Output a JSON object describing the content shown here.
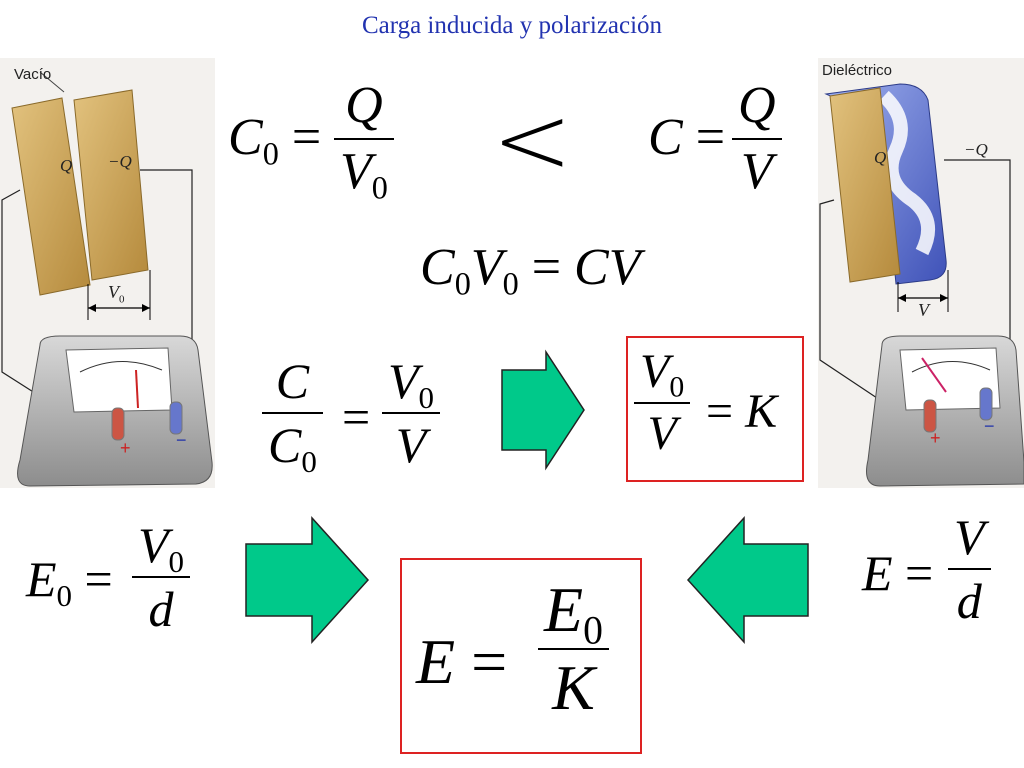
{
  "title": "Carga inducida y polarización",
  "left_figure": {
    "label": "Vacío",
    "plate_pos": "Q",
    "plate_neg": "−Q",
    "voltage": "V",
    "voltage_sub": "0"
  },
  "right_figure": {
    "label": "Dieléctrico",
    "plate_pos": "Q",
    "plate_neg": "−Q",
    "voltage": "V"
  },
  "comparison_symbol": "<",
  "equations": {
    "c0": {
      "lhs": "C",
      "lhs_sub": "0",
      "eq": "=",
      "num": "Q",
      "den": "V",
      "den_sub": "0"
    },
    "c": {
      "lhs": "C",
      "eq": "=",
      "num": "Q",
      "den": "V"
    },
    "product": {
      "a": "C",
      "a_sub": "0",
      "b": "V",
      "b_sub": "0",
      "eq": "=",
      "rhs": "CV"
    },
    "ratio": {
      "num_l": "C",
      "den_l": "C",
      "den_l_sub": "0",
      "eq": "=",
      "num_r": "V",
      "num_r_sub": "0",
      "den_r": "V"
    },
    "k_def": {
      "num": "V",
      "num_sub": "0",
      "den": "V",
      "eq": "=",
      "rhs": "K"
    },
    "e0": {
      "lhs": "E",
      "lhs_sub": "0",
      "eq": "=",
      "num": "V",
      "num_sub": "0",
      "den": "d"
    },
    "e": {
      "lhs": "E",
      "eq": "=",
      "num": "V",
      "den": "d"
    },
    "result": {
      "lhs": "E",
      "eq": "=",
      "num": "E",
      "num_sub": "0",
      "den": "K"
    }
  },
  "meter_signs": {
    "plus": "+",
    "minus": "−"
  },
  "colors": {
    "title": "#2233b0",
    "arrow": "#00c98a",
    "box": "#dd2222",
    "plate": "#c9a258",
    "dielectric": "#4f62c4"
  }
}
